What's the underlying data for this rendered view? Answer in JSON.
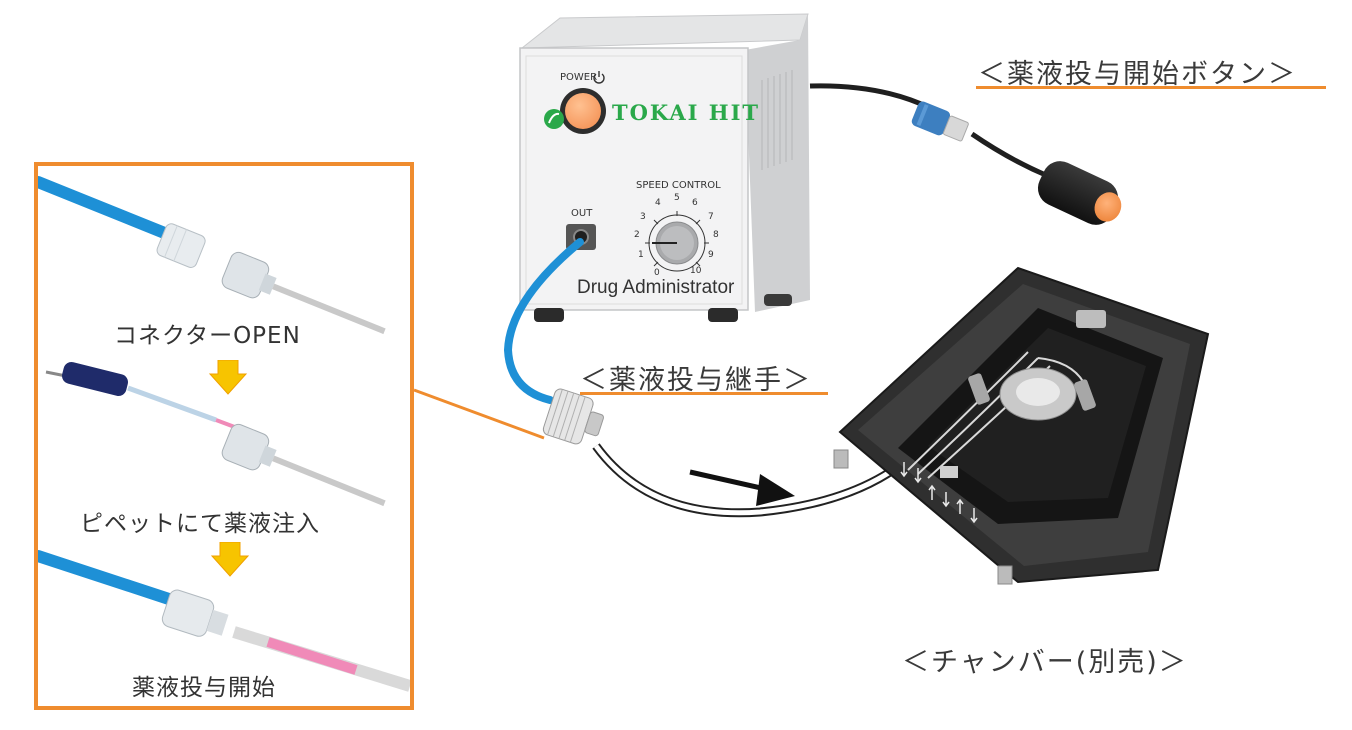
{
  "device": {
    "power_label": "POWER",
    "brand": "TOKAI HIT",
    "speed_label": "SPEED CONTROL",
    "out_label": "OUT",
    "product_name": "Drug Administrator",
    "dial_numbers": [
      "0",
      "1",
      "2",
      "3",
      "4",
      "5",
      "6",
      "7",
      "8",
      "9",
      "10"
    ]
  },
  "callouts": {
    "start_button": "＜薬液投与開始ボタン＞",
    "fitting": "＜薬液投与継手＞",
    "chamber": "＜チャンバー(別売)＞"
  },
  "steps": [
    {
      "label": "コネクターOPEN"
    },
    {
      "label": "ピペットにて薬液注入"
    },
    {
      "label": "薬液投与開始"
    }
  ],
  "colors": {
    "accent_orange": "#ef8c2e",
    "tube_blue": "#1e90d6",
    "brand_green": "#2aa84a",
    "power_button": "#f59a5a",
    "arrow_yellow": "#f7c400",
    "pink_liquid": "#f08ab8"
  }
}
